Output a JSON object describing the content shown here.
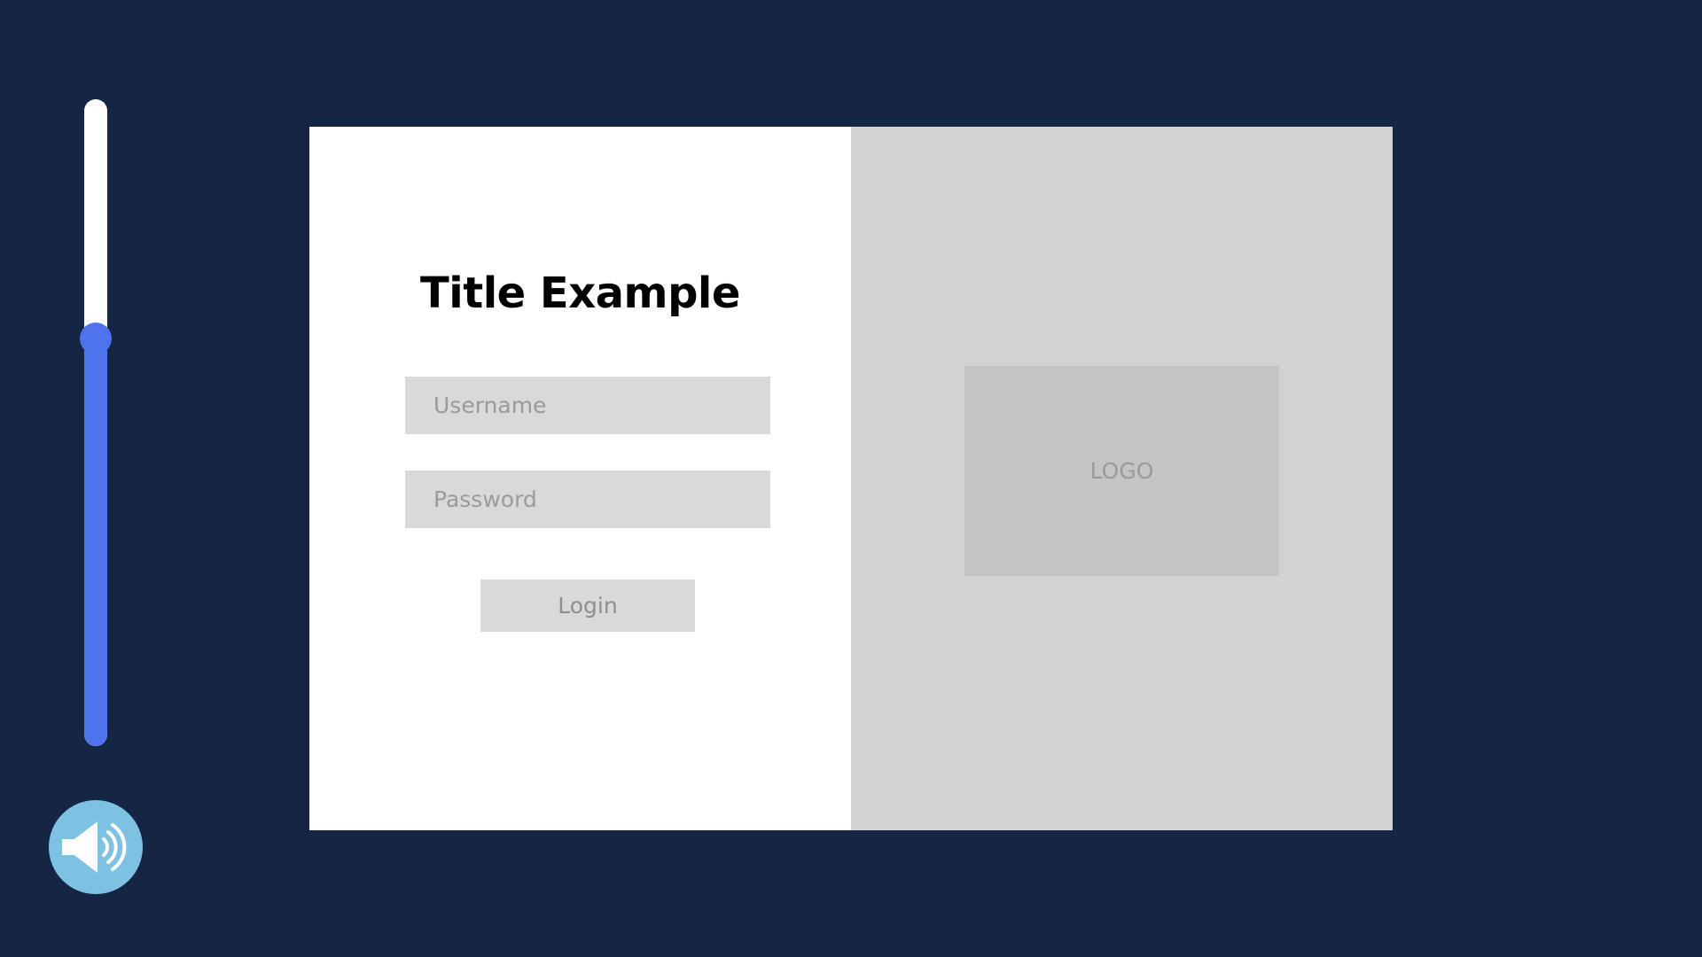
{
  "volume": {
    "level_percent": 63,
    "track_color": "#ffffff",
    "fill_color": "#4f73ef"
  },
  "sound_button": {
    "icon": "speaker-volume-icon",
    "color": "#7ec2e3"
  },
  "login": {
    "title": "Title Example",
    "username_placeholder": "Username",
    "password_placeholder": "Password",
    "login_label": "Login"
  },
  "branding": {
    "logo_label": "LOGO"
  },
  "colors": {
    "background": "#152544",
    "card_left": "#ffffff",
    "card_right": "#d3d3d3"
  }
}
